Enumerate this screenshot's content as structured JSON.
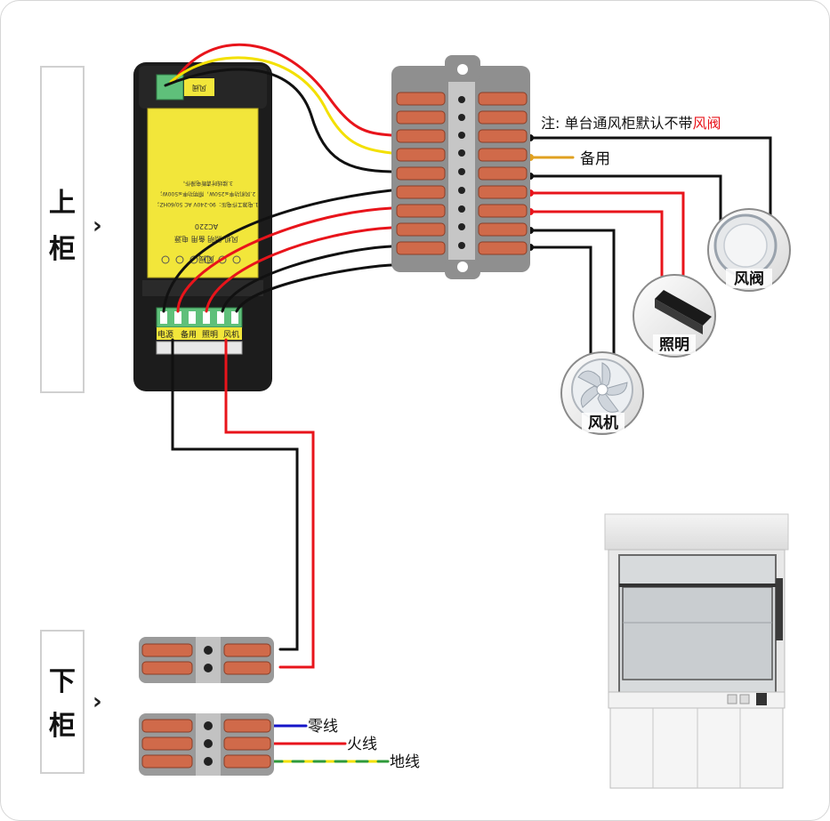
{
  "side_labels": {
    "upper": "上柜",
    "upper_c1": "上",
    "upper_c2": "柜",
    "lower": "下柜",
    "lower_c1": "下",
    "lower_c2": "柜",
    "arrow": "›"
  },
  "controller": {
    "terminal_labels": [
      "电源",
      "备用",
      "照明",
      "风机"
    ],
    "top_plug_label": "风阀",
    "sticker_lines": [
      "风阀",
      "风机  照明  备用  电源",
      "AC220",
      "1.电源工作电压：90-240V AC 50/60HZ；",
      "2.风机功率≤250W，照明功率≤500W；",
      "3.接线时请断电操作。"
    ]
  },
  "note": {
    "prefix": "注: 单台通风柜默认不带",
    "highlight": "风阀",
    "highlight_color": "#e8141b"
  },
  "outputs": {
    "spare": "备用",
    "damper": "风阀",
    "lighting": "照明",
    "fan": "风机"
  },
  "mains": {
    "neutral": "零线",
    "live": "火线",
    "earth": "地线"
  },
  "colors": {
    "red": "#e8141b",
    "black": "#111111",
    "yellow": "#f3e000",
    "blue": "#1515c8",
    "spare_wire": "#e0a020",
    "orange_lever": "#d06a4a",
    "connector_gray": "#9a9a9a",
    "sticker": "#f2e63a"
  }
}
